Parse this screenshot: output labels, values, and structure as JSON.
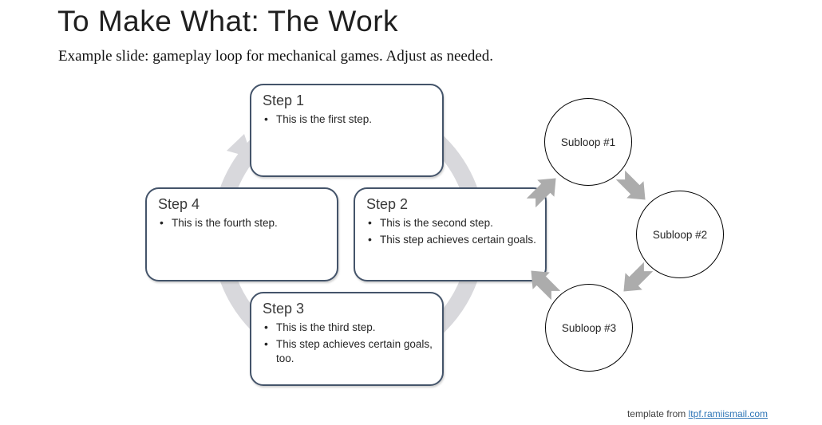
{
  "slide": {
    "title": "To Make What: The Work",
    "subtitle": "Example slide: gameplay loop for mechanical games. Adjust as needed.",
    "footer": {
      "prefix": "template from ",
      "link_text": "ltpf.ramiismail.com"
    }
  },
  "cycle": {
    "steps": [
      {
        "title": "Step 1",
        "bullets": [
          "This is the first step."
        ]
      },
      {
        "title": "Step 2",
        "bullets": [
          "This is the second step.",
          "This step achieves certain goals."
        ]
      },
      {
        "title": "Step 3",
        "bullets": [
          "This is the third step.",
          "This step achieves certain goals, too."
        ]
      },
      {
        "title": "Step 4",
        "bullets": [
          "This is the fourth step."
        ]
      }
    ]
  },
  "subloops": [
    {
      "label": "Subloop #1"
    },
    {
      "label": "Subloop #2"
    },
    {
      "label": "Subloop #3"
    }
  ],
  "colors": {
    "ring_gray": "#D8D8DC",
    "flow_arrow_gray": "#ACACAC",
    "box_border": "#44546A",
    "circle_border": "#000000",
    "link_blue": "#2E75B6"
  }
}
